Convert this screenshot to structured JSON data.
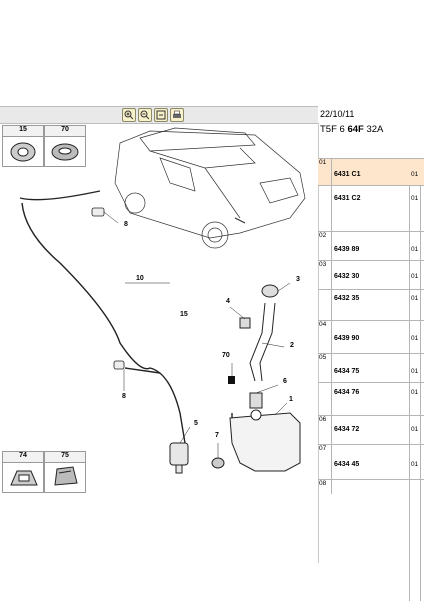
{
  "toolbar": {
    "buttons": [
      {
        "name": "zoom-in-icon"
      },
      {
        "name": "zoom-out-icon"
      },
      {
        "name": "zoom-fit-icon"
      },
      {
        "name": "print-icon"
      }
    ]
  },
  "header": {
    "date": "22/10/11",
    "code_parts": [
      "T5F 6 ",
      "64F",
      " 32A"
    ]
  },
  "callouts": [
    "15",
    "70",
    "8",
    "10",
    "15",
    "3",
    "4",
    "2",
    "70",
    "6",
    "1",
    "8",
    "5",
    "7",
    "74",
    "75"
  ],
  "thumbs": [
    {
      "number": "15"
    },
    {
      "number": "70"
    },
    {
      "number": "74"
    },
    {
      "number": "75"
    }
  ],
  "parts_table": {
    "rows": [
      {
        "ref": "01",
        "part": "6431 C1",
        "qty": "01",
        "highlight": true
      },
      {
        "ref": "",
        "part": "6431 C2",
        "qty": "01",
        "highlight": false
      },
      {
        "ref": "02",
        "part": "6439 89",
        "qty": "01",
        "highlight": false
      },
      {
        "ref": "03",
        "part": "6432 30",
        "qty": "01",
        "highlight": false
      },
      {
        "ref": "",
        "part": "6432 35",
        "qty": "01",
        "highlight": false
      },
      {
        "ref": "04",
        "part": "6439 90",
        "qty": "01",
        "highlight": false
      },
      {
        "ref": "05",
        "part": "6434 75",
        "qty": "01",
        "highlight": false
      },
      {
        "ref": "",
        "part": "6434 76",
        "qty": "01",
        "highlight": false
      },
      {
        "ref": "06",
        "part": "6434 72",
        "qty": "01",
        "highlight": false
      },
      {
        "ref": "07",
        "part": "6434 45",
        "qty": "01",
        "highlight": false
      },
      {
        "ref": "08",
        "part": "",
        "qty": "",
        "highlight": false
      }
    ]
  },
  "colors": {
    "highlight": "#fde6cc",
    "toolbar": "#e9e9e9",
    "line": "#222222"
  }
}
